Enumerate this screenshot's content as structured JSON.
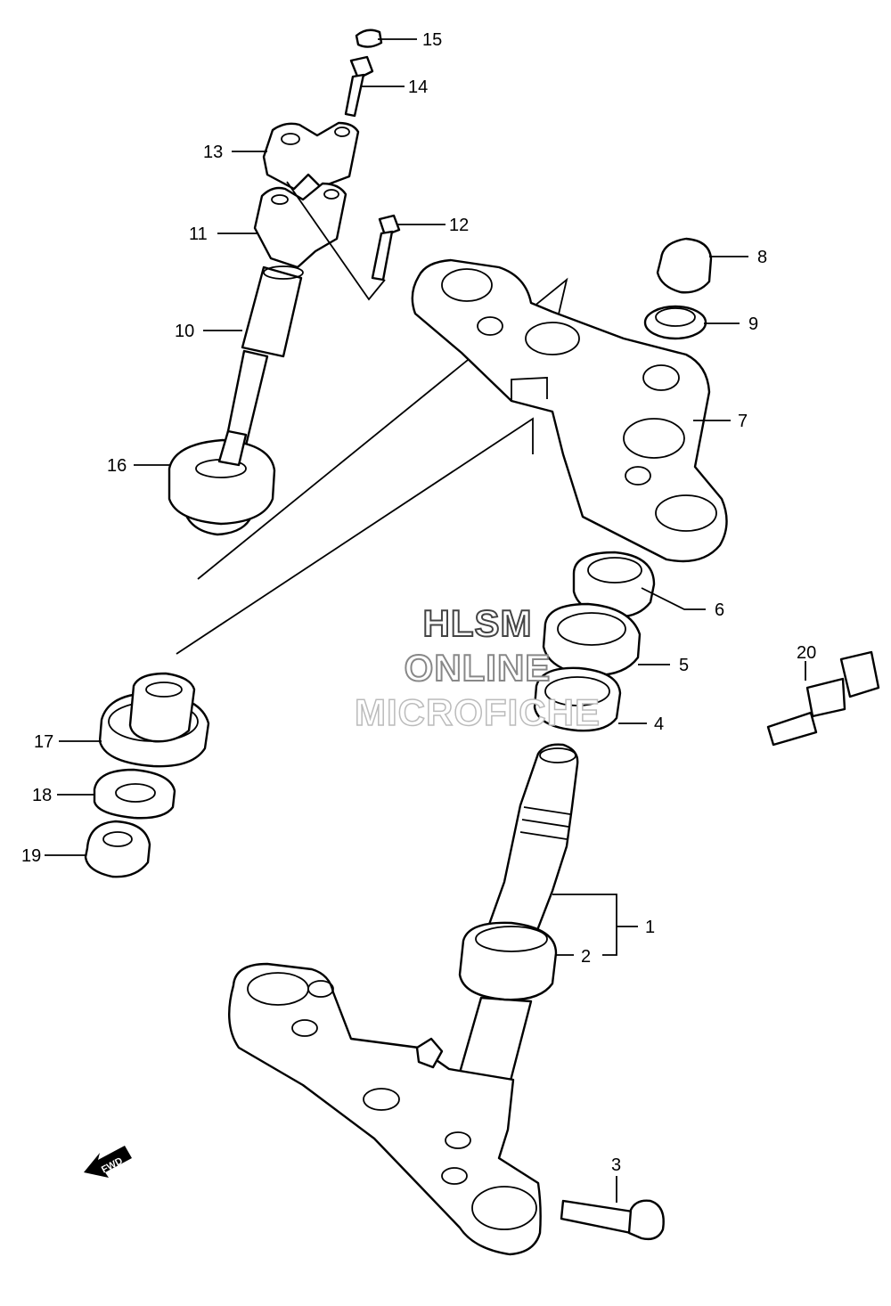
{
  "callouts": [
    "1",
    "2",
    "3",
    "4",
    "5",
    "6",
    "7",
    "8",
    "9",
    "10",
    "11",
    "12",
    "13",
    "14",
    "15",
    "16",
    "17",
    "18",
    "19",
    "20"
  ],
  "watermark": {
    "line1": "HLSM",
    "line2": "ONLINE",
    "line3": "MICROFICHE"
  },
  "fwd_label": "FWD"
}
